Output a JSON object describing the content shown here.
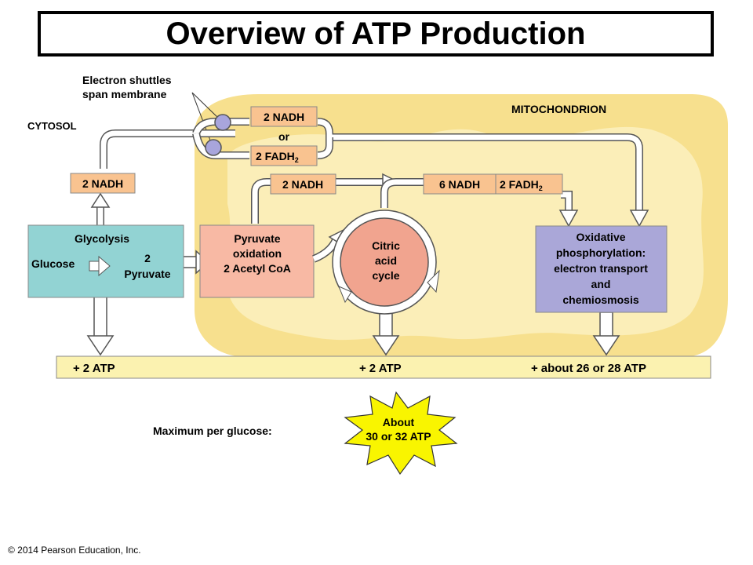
{
  "title": "Overview of ATP Production",
  "labels": {
    "shuttles_line1": "Electron shuttles",
    "shuttles_line2": "span membrane",
    "cytosol": "CYTOSOL",
    "mitochondrion": "MITOCHONDRION",
    "nadh_2": "2 NADH",
    "or": "or",
    "fadh_2": "2 FADH",
    "fadh_sub": "2",
    "nadh_cytosol": "2 NADH",
    "nadh_pyruvate": "2 NADH",
    "nadh_6": "6 NADH",
    "fadh_cycle": "2 FADH",
    "fadh_cycle_sub": "2"
  },
  "boxes": {
    "glycolysis_title": "Glycolysis",
    "glucose": "Glucose",
    "pyruvate_num": "2",
    "pyruvate_word": "Pyruvate",
    "pyruvate_ox_1": "Pyruvate",
    "pyruvate_ox_2": "oxidation",
    "pyruvate_ox_3": "2 Acetyl CoA",
    "citric_1": "Citric",
    "citric_2": "acid",
    "citric_3": "cycle",
    "oxphos_1": "Oxidative",
    "oxphos_2": "phosphorylation:",
    "oxphos_3": "electron transport",
    "oxphos_4": "and",
    "oxphos_5": "chemiosmosis"
  },
  "atp_bar": {
    "plus": "+",
    "glycolysis": "2 ATP",
    "citric": "2 ATP",
    "oxphos": "about 26 or 28 ATP"
  },
  "summary": {
    "label": "Maximum per glucose:",
    "burst_1": "About",
    "burst_2": "30 or 32 ATP"
  },
  "copyright": "© 2014 Pearson Education, Inc.",
  "colors": {
    "mito_fill": "#f7e08e",
    "mito_inner": "#fbeeb8",
    "glycolysis": "#92d3d3",
    "pyruvate_box": "#f8b9a4",
    "citric": "#f1a48f",
    "oxphos": "#aaa7d8",
    "label_box": "#f9c390",
    "atp_bar": "#fbf2b0",
    "burst": "#f9f500",
    "shuttle": "#a8a5dc"
  }
}
